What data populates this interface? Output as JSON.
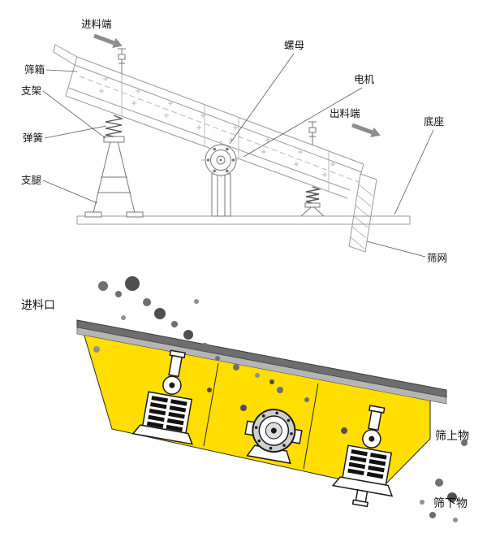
{
  "top_diagram": {
    "labels": {
      "feed_end": "进料端",
      "screen_box": "筛箱",
      "support_frame": "支架",
      "spring": "弹簧",
      "support_leg": "支腿",
      "nut": "螺母",
      "motor": "电机",
      "discharge_end": "出料端",
      "base": "底座",
      "screen_mesh": "筛网"
    }
  },
  "bottom_diagram": {
    "labels": {
      "feed_inlet": "进料口",
      "oversize_material": "筛上物",
      "undersize_material": "筛下物"
    }
  },
  "colors": {
    "screen_body_yellow": "#ffde00",
    "deck_dark_gray": "#6e6e6e",
    "deck_light_gray": "#b5b5b5",
    "arrow_gray": "#8c8c8c",
    "drawing_line_gray": "#9a9a9a",
    "particle_gray": "#6f6f6f",
    "particle_dark_gray": "#4f4f4f",
    "particle_light_gray": "#909090"
  }
}
